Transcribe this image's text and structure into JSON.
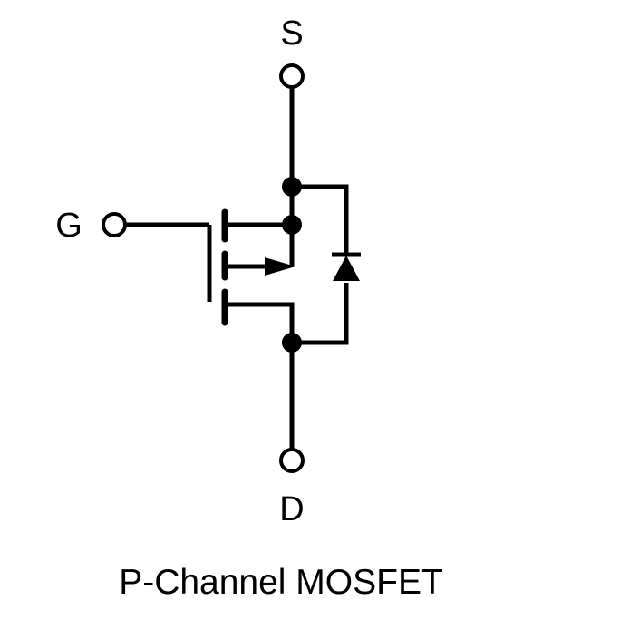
{
  "diagram": {
    "terminals": {
      "source": "S",
      "gate": "G",
      "drain": "D"
    },
    "caption": "P-Channel MOSFET",
    "colors": {
      "line": "#000000",
      "background": "#ffffff"
    }
  }
}
